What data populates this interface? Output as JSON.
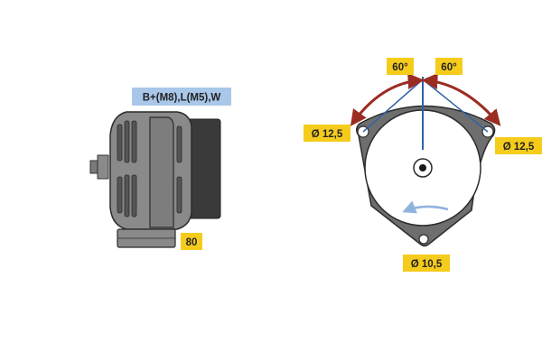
{
  "labels": {
    "terminals": "B+(M8),L(M5),W",
    "length": "80",
    "angle_left": "60°",
    "angle_right": "60°",
    "hole_left": "Ø 12,5",
    "hole_right": "Ø 12,5",
    "hole_bottom": "Ø 10,5"
  },
  "colors": {
    "tag_yellow": "#f5cc1b",
    "tag_blue": "#a9c7e8",
    "arc_red": "#9b2c22",
    "axis_blue": "#2f62a8",
    "rotation_blue": "#8fb3dd",
    "bracket_gray": "#6e6e6e",
    "body_gray": "#8a8a8a"
  },
  "icons": {
    "side_view": "alternator-side-view-icon",
    "front_view": "alternator-mounting-front-view-icon"
  }
}
